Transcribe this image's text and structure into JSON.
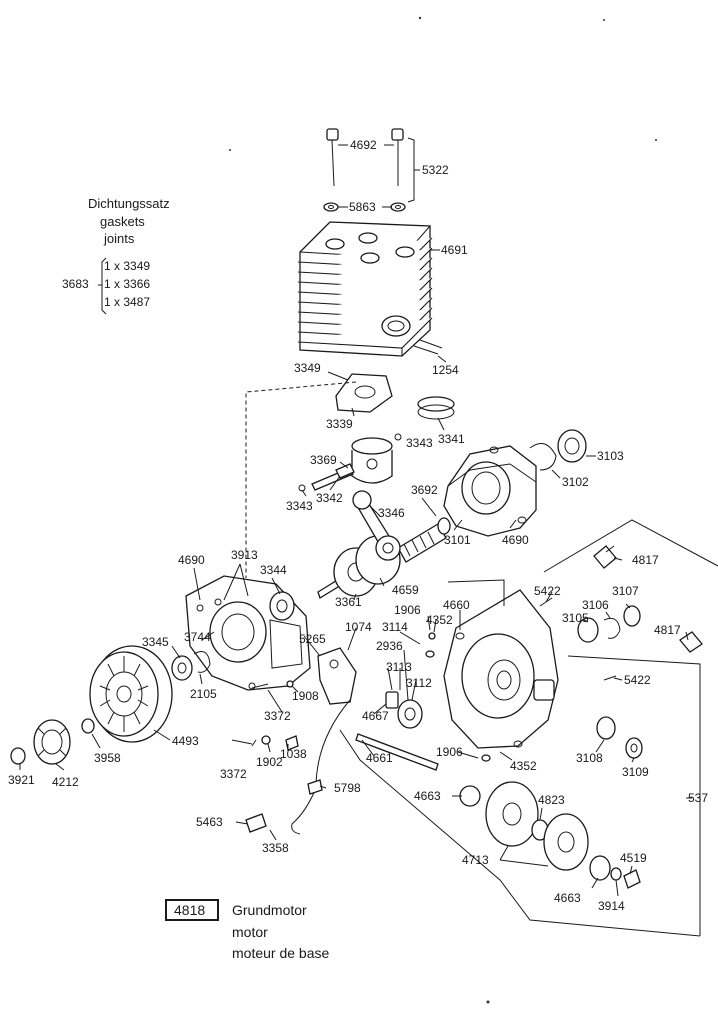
{
  "gasket_header": {
    "line1": "Dichtungssatz",
    "line2": "gaskets",
    "line3": "joints"
  },
  "gasket_set": {
    "number": "3683",
    "items": [
      "1 x 3349",
      "1 x 3366",
      "1 x 3487"
    ]
  },
  "callouts": {
    "p4692": "4692",
    "p5322": "5322",
    "p5863": "5863",
    "p4691": "4691",
    "p3349": "3349",
    "p1254": "1254",
    "p3339": "3339",
    "p3343a": "3343",
    "p3341": "3341",
    "p3103": "3103",
    "p3369": "3369",
    "p3343b": "3343",
    "p3342": "3342",
    "p3692": "3692",
    "p3102": "3102",
    "p3346": "3346",
    "p3101": "3101",
    "p4690a": "4690",
    "p4817a": "4817",
    "p4690b": "4690",
    "p3913": "3913",
    "p3344": "3344",
    "p5422a": "5422",
    "p3107": "3107",
    "p3106": "3106",
    "p3105": "3105",
    "p4817b": "4817",
    "p3361": "3361",
    "p4659": "4659",
    "p1906a": "1906",
    "p4660": "4660",
    "p1074": "1074",
    "p3114": "3114",
    "p4352a": "4352",
    "p3345": "3345",
    "p3744": "3744",
    "p5265": "5265",
    "p2936": "2936",
    "p3113": "3113",
    "p3112": "3112",
    "p5422b": "5422",
    "p2105": "2105",
    "p1908": "1908",
    "p3372a": "3372",
    "p4667": "4667",
    "p1906b": "1906",
    "p4352b": "4352",
    "p4661": "4661",
    "p3108": "3108",
    "p3109": "3109",
    "p3958": "3958",
    "p4493": "4493",
    "p3372b": "3372",
    "p1902": "1902",
    "p1038": "1038",
    "p3921": "3921",
    "p4212": "4212",
    "p5798": "5798",
    "p4663a": "4663",
    "p4823": "4823",
    "p537": "537",
    "p5463": "5463",
    "p3358": "3358",
    "p4713": "4713",
    "p4519": "4519",
    "p4663b": "4663",
    "p3914": "3914"
  },
  "caption": {
    "number": "4818",
    "line1": "Grundmotor",
    "line2": "motor",
    "line3": "moteur de base"
  }
}
